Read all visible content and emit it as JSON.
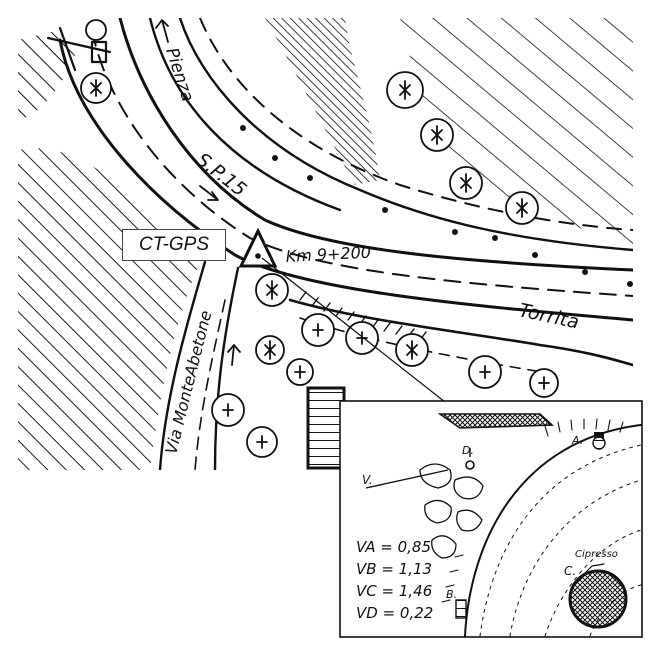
{
  "map": {
    "station_label": "CT-GPS",
    "road_name": "S.P.15",
    "road_direction": "Pienza",
    "km_marker": "Km 9+200",
    "river_name": "Torrita",
    "street_name": "Via MonteAbetone"
  },
  "inset": {
    "point_v": "V.",
    "point_a": "A.",
    "point_b": "B.",
    "point_c": "C.",
    "point_d": "D.",
    "tree_label": "Cipresso",
    "measurements": [
      {
        "label": "VA",
        "value": "0,85"
      },
      {
        "label": "VB",
        "value": "1,13"
      },
      {
        "label": "VC",
        "value": "1,46"
      },
      {
        "label": "VD",
        "value": "0,22"
      }
    ]
  },
  "colors": {
    "ink": "#111111",
    "paper": "#ffffff"
  }
}
